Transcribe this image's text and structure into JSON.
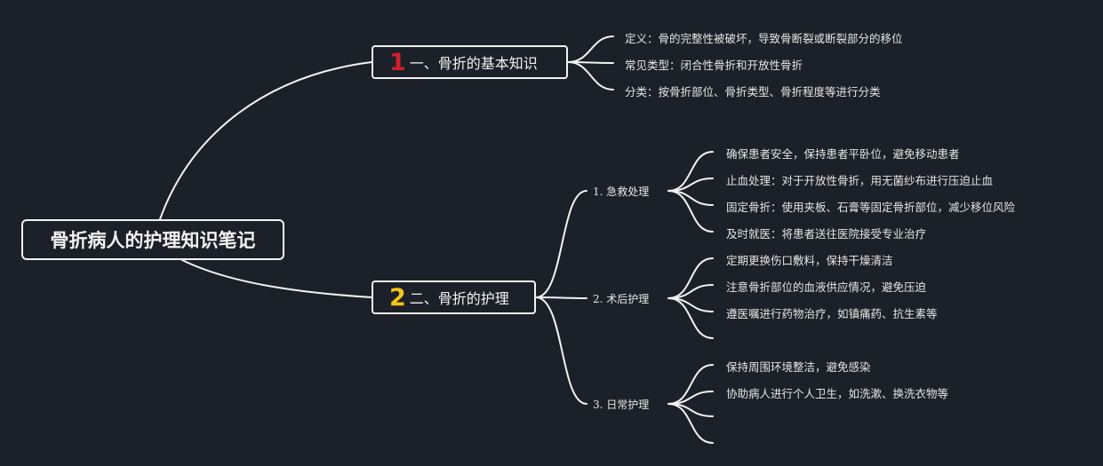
{
  "title": "骨折病人的护理知识笔记",
  "sections": [
    {
      "number": "1",
      "label": "一、骨折的基本知识",
      "items": [
        "定义：骨的完整性被破坏，导致骨断裂或断裂部分的移位",
        "常见类型：闭合性骨折和开放性骨折",
        "分类：按骨折部位、骨折类型、骨折程度等进行分类"
      ]
    },
    {
      "number": "2",
      "label": "二、骨折的护理",
      "subsections": [
        {
          "label": "1. 急救处理",
          "items": [
            "确保患者安全，保持患者平卧位，避免移动患者",
            "止血处理：对于开放性骨折，用无菌纱布进行压迫止血",
            "固定骨折：使用夹板、石膏等固定骨折部位，减少移位风险",
            "及时就医：将患者送往医院接受专业治疗"
          ]
        },
        {
          "label": "2. 术后护理",
          "items": [
            "定期更换伤口敷料，保持干燥清洁",
            "注意骨折部位的血液供应情况，避免压迫",
            "遵医嘱进行药物治疗，如镇痛药、抗生素等",
            ""
          ]
        },
        {
          "label": "3. 日常护理",
          "items": [
            "保持周围环境整洁，避免感染",
            "协助病人进行个人卫生，如洗漱、换洗衣物等",
            "",
            ""
          ]
        }
      ]
    }
  ]
}
